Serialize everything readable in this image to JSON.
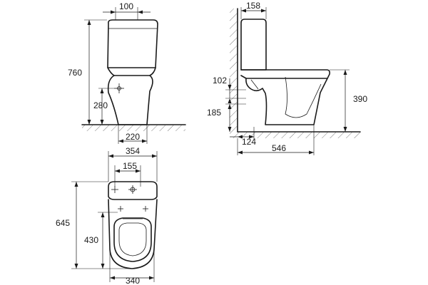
{
  "views": {
    "front": {
      "dimensions": {
        "tank_depth": "100",
        "total_height": "760",
        "inlet_height": "280",
        "base_width": "220"
      }
    },
    "side": {
      "dimensions": {
        "tank_width": "158",
        "outlet_upper": "102",
        "outlet_lower": "185",
        "seat_height": "390",
        "outlet_offset": "124",
        "total_depth": "546"
      }
    },
    "top": {
      "dimensions": {
        "top_width": "354",
        "inlet_spacing": "155",
        "total_length": "645",
        "bowl_length": "430",
        "bowl_width": "340"
      }
    }
  }
}
